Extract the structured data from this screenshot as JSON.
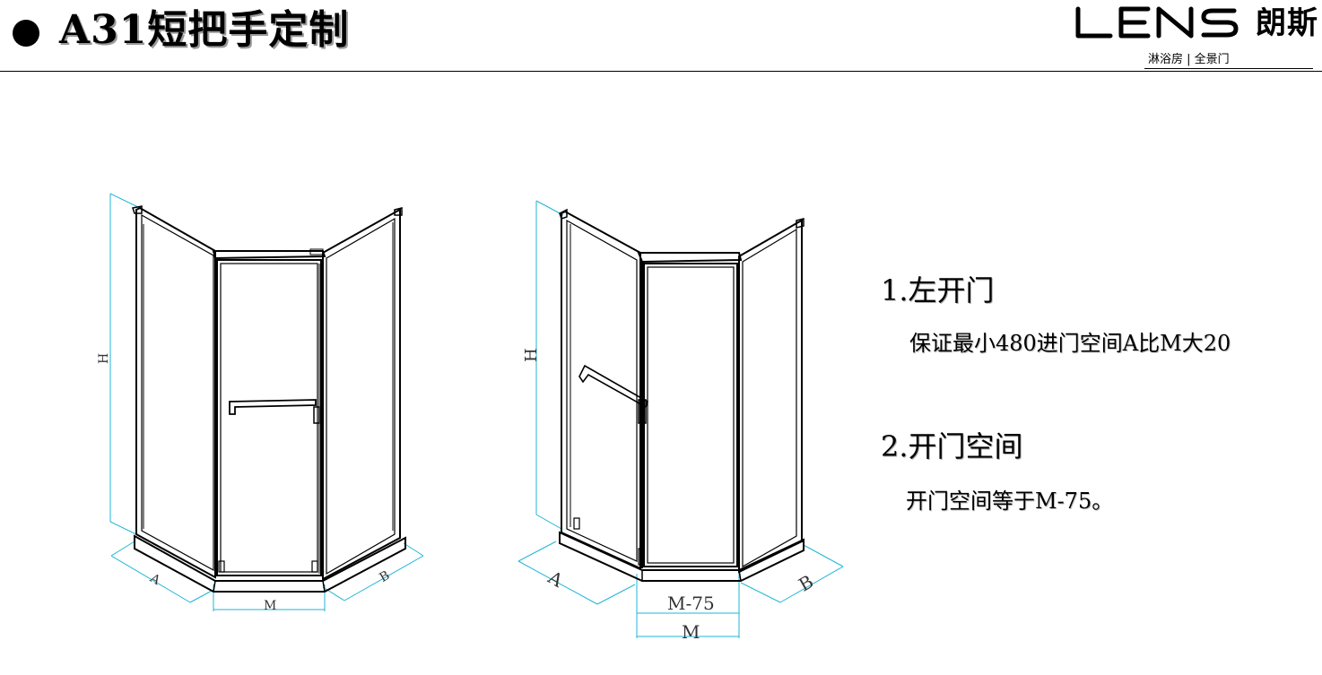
{
  "header": {
    "title": "A31短把手定制",
    "brand_name": "朗斯",
    "brand_logo_text": "LENS",
    "brand_subtitle": "淋浴房 | 全景门"
  },
  "left_drawing": {
    "dim_height": "H",
    "dim_a": "A",
    "dim_b": "B",
    "dim_m": "M"
  },
  "right_drawing": {
    "dim_height": "H",
    "dim_a": "A",
    "dim_b": "B",
    "dim_m75": "M-75",
    "dim_m": "M"
  },
  "options": [
    {
      "title": "1.左开门",
      "desc": "保证最小480进门空间A比M大20"
    },
    {
      "title": "2.开门空间",
      "desc": "开门空间等于M-75。"
    }
  ],
  "colors": {
    "dimension_line": "#1fb6d6",
    "frame": "#000000"
  }
}
